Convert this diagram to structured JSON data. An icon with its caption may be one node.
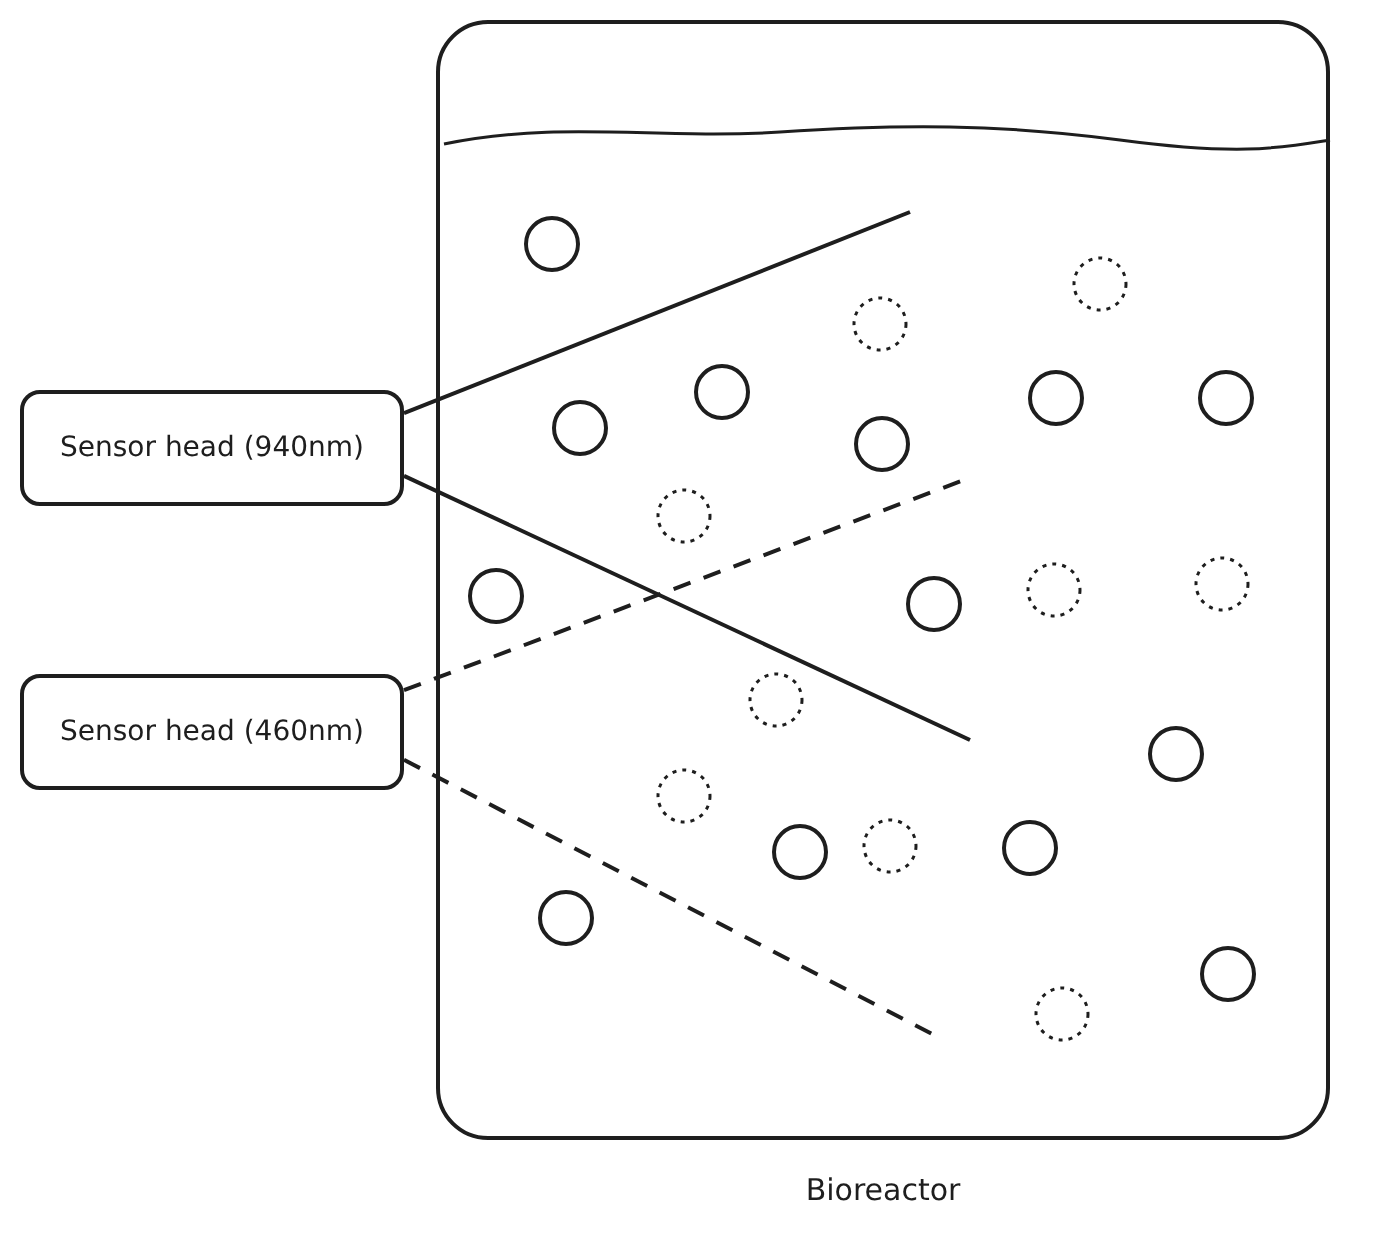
{
  "diagram": {
    "nodes": [
      {
        "text": [
          "Bioreactor"
        ]
      },
      {
        "text": [
          "Sensor head (940nm)"
        ]
      },
      {
        "text": [
          "Sensor head (460nm)"
        ]
      }
    ],
    "edges": [
      {
        "from": 1,
        "to": 0,
        "arrow": "none"
      },
      {
        "from": 1,
        "to": 0,
        "arrow": "none"
      },
      {
        "from": 2,
        "to": 0,
        "arrow": "none",
        "style": "dashed"
      },
      {
        "from": 2,
        "to": 0,
        "arrow": "none",
        "style": "dashed"
      }
    ]
  }
}
